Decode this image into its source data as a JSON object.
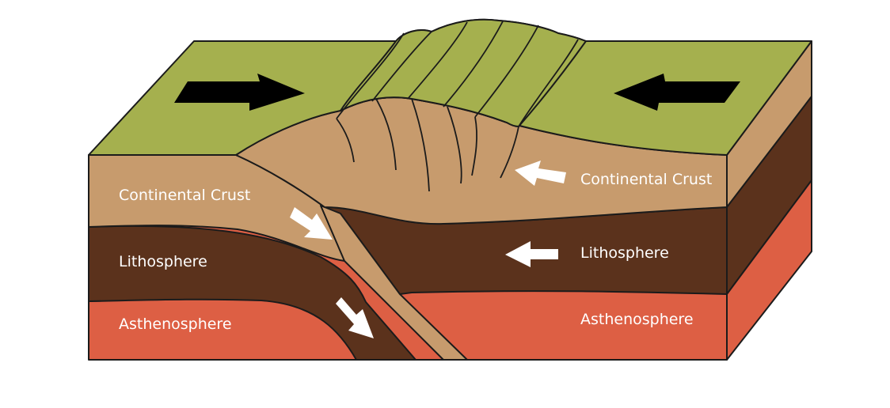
{
  "labels": {
    "left_crust": "Continental Crust",
    "left_lithosphere": "Lithosphere",
    "left_asthenosphere": "Asthenosphere",
    "right_crust": "Continental Crust",
    "right_lithosphere": "Lithosphere",
    "right_asthenosphere": "Asthenosphere"
  },
  "colors": {
    "surface": "#a5b04e",
    "crust": "#c79b6d",
    "lithosphere": "#5b321c",
    "asthenosphere": "#dd5f44",
    "outline": "#1b1b1b",
    "plate_arrow": "#000000",
    "motion_arrow": "#ffffff"
  },
  "icons": {
    "surface_arrows": "big-black-arrow-icon",
    "motion_arrows": "white-arrow-icon"
  }
}
